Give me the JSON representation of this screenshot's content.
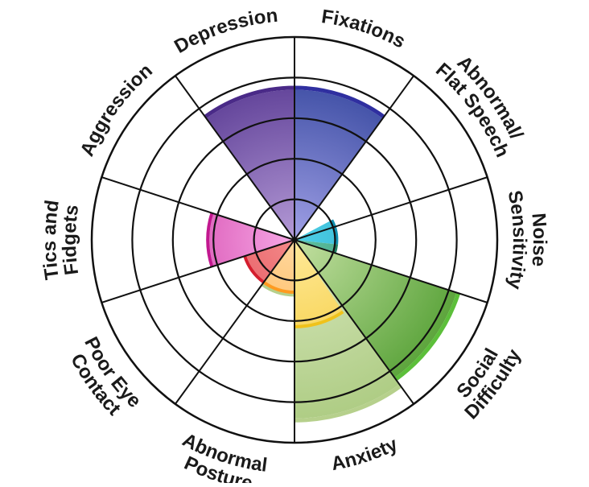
{
  "chart_data": {
    "type": "radial-bar",
    "title": "",
    "levels": 5,
    "max_value": 5,
    "categories": [
      {
        "lines": [
          "Fixations"
        ],
        "value": 3.7,
        "color_light": "#a0a0e6",
        "color_dark": "#263a94",
        "rim": "#2f2fa0"
      },
      {
        "lines": [
          "Abnormal/",
          "Flat Speech"
        ],
        "value": 0,
        "color_light": "#a0a0e6",
        "color_dark": "#263a94",
        "rim": "#2f2fa0"
      },
      {
        "lines": [
          "Noise",
          "Sensitivity"
        ],
        "value": 0,
        "color_light": "#a0a0e6",
        "color_dark": "#263a94",
        "rim": "#2f2fa0"
      },
      {
        "lines": [
          "Social",
          "Difficulty"
        ],
        "value": 4.2,
        "color_light": "#c4e0a2",
        "color_dark": "#4a9a2a",
        "rim": "#5cbf3a"
      },
      {
        "lines": [
          "Anxiety"
        ],
        "value": 4.4,
        "color_light": "#d9e8bf",
        "color_dark": "#a9c97d",
        "rim": "#b6d08c"
      },
      {
        "lines": [
          "Abnormal",
          "Posture"
        ],
        "value": 1.3,
        "color_light": "#d9e8bf",
        "color_dark": "#a9c97d",
        "rim": "#b6d08c"
      },
      {
        "lines": [
          "Poor Eye",
          "Contact"
        ],
        "value": 0,
        "color_light": "#d9e8bf",
        "color_dark": "#a9c97d",
        "rim": "#b6d08c"
      },
      {
        "lines": [
          "Tics and",
          "Fidgets"
        ],
        "value": 0,
        "color_light": "#d9e8bf",
        "color_dark": "#a9c97d",
        "rim": "#b6d08c"
      },
      {
        "lines": [
          "Aggression"
        ],
        "value": 0,
        "color_light": "#d9e8bf",
        "color_dark": "#a9c97d",
        "rim": "#b6d08c"
      },
      {
        "lines": [
          "Depression"
        ],
        "value": 3.7,
        "color_light": "#b49ad6",
        "color_dark": "#4a2a88",
        "rim": "#4a2a88"
      }
    ],
    "hue_wheel": [
      {
        "label": "cyan",
        "from_deg": 62,
        "to_deg": 96,
        "value": 1,
        "color_light": "#4fd0e8",
        "color_dark": "#0f8fb0"
      },
      {
        "label": "teal",
        "from_deg": 96,
        "to_deg": 108,
        "value": 1,
        "color_light": "#5fc0a0",
        "color_dark": "#1f7f60"
      },
      {
        "label": "yellow",
        "from_deg": 146,
        "to_deg": 180,
        "value": 2.1,
        "color_light": "#ffe99a",
        "color_dark": "#f0c21a"
      },
      {
        "label": "orange",
        "from_deg": 180,
        "to_deg": 216,
        "value": 1.25,
        "color_light": "#ffd9a0",
        "color_dark": "#ff9a1f"
      },
      {
        "label": "red",
        "from_deg": 216,
        "to_deg": 252,
        "value": 1.25,
        "color_light": "#f48a8a",
        "color_dark": "#d41e2e"
      },
      {
        "label": "magenta",
        "from_deg": 252,
        "to_deg": 288,
        "value": 2.1,
        "color_light": "#f7a8e6",
        "color_dark": "#c2188f"
      }
    ],
    "grid": true
  }
}
